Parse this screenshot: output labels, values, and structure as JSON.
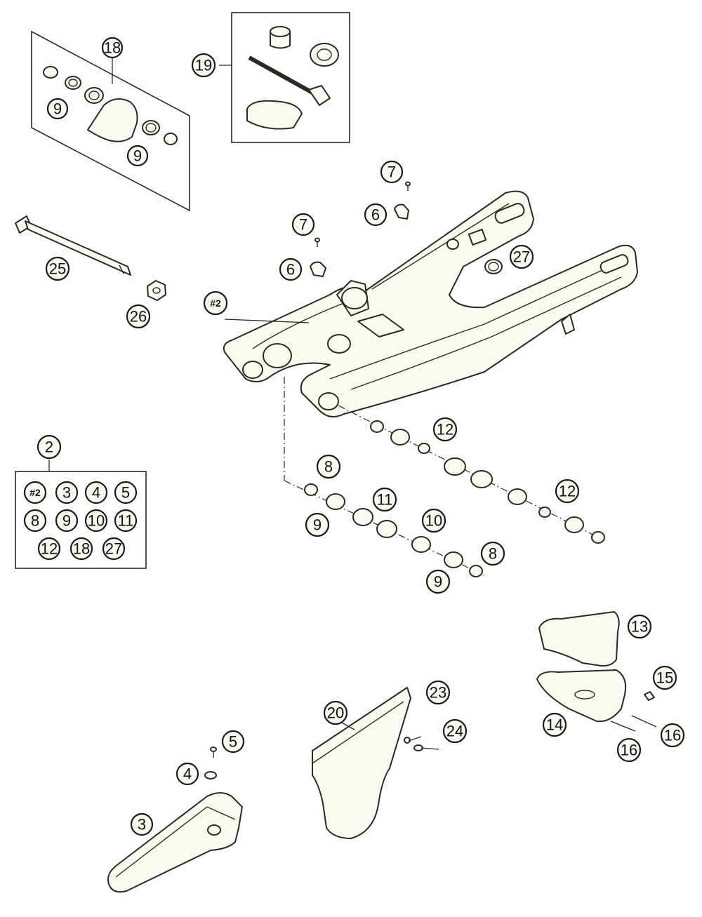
{
  "callouts": {
    "c18": "18",
    "c9a": "9",
    "c9b": "9",
    "c19": "19",
    "c25": "25",
    "c26": "26",
    "c7a": "7",
    "c6a": "6",
    "c7b": "7",
    "c6b": "6",
    "c27": "27",
    "cref2": "#2",
    "c12a": "12",
    "c8a": "8",
    "c11": "11",
    "c9c": "9",
    "c10": "10",
    "c12b": "12",
    "c8b": "8",
    "c9d": "9",
    "c13": "13",
    "c15": "15",
    "c14": "14",
    "c16a": "16",
    "c16b": "16",
    "c20": "20",
    "c23": "23",
    "c24": "24",
    "c5": "5",
    "c4": "4",
    "c3": "3",
    "c2": "2"
  },
  "kit_box": {
    "items": [
      "#2",
      "3",
      "4",
      "5",
      "8",
      "9",
      "10",
      "11",
      "12",
      "18",
      "27"
    ]
  }
}
